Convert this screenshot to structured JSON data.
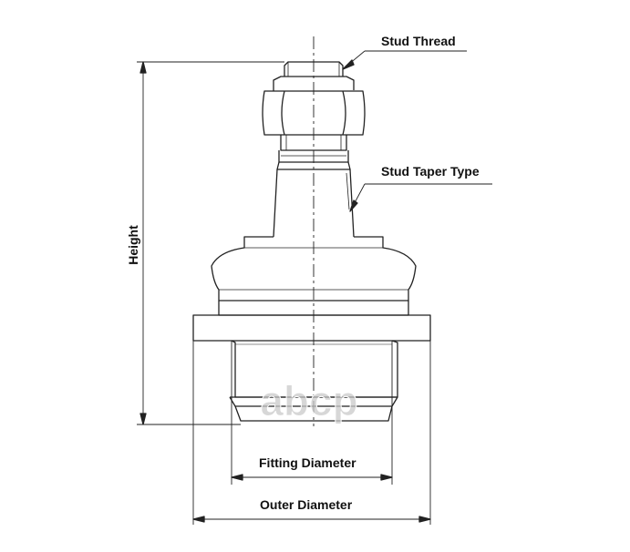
{
  "labels": {
    "stud_thread": "Stud Thread",
    "stud_taper_type": "Stud Taper Type",
    "height": "Height",
    "fitting_diameter": "Fitting Diameter",
    "outer_diameter": "Outer Diameter"
  },
  "watermark": {
    "text": "abcp"
  },
  "colors": {
    "line": "#222222",
    "watermark": "#c9c9c9"
  }
}
